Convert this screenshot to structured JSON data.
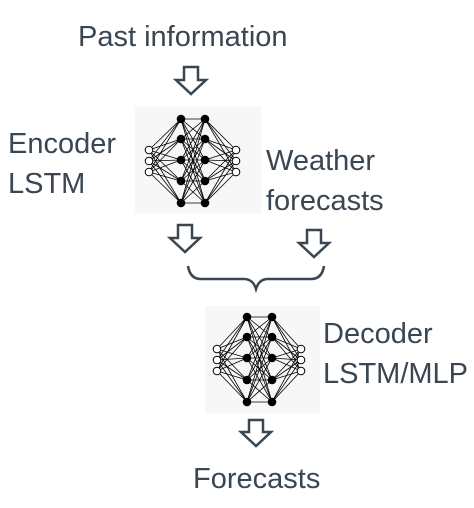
{
  "nodes": {
    "past_information": "Past information",
    "encoder": {
      "line1": "Encoder",
      "line2": "LSTM"
    },
    "weather": {
      "line1": "Weather",
      "line2": "forecasts"
    },
    "decoder": {
      "line1": "Decoder",
      "line2": "LSTM/MLP"
    },
    "forecasts": "Forecasts"
  },
  "icons": {
    "arrow": "hollow-down-arrow-icon",
    "network": "neural-network-icon",
    "brace": "horizontal-brace"
  },
  "colors": {
    "text": "#3a4651",
    "arrow_stroke": "#3a4651",
    "network_node": "#000000",
    "network_box": "#f7f7f7"
  }
}
